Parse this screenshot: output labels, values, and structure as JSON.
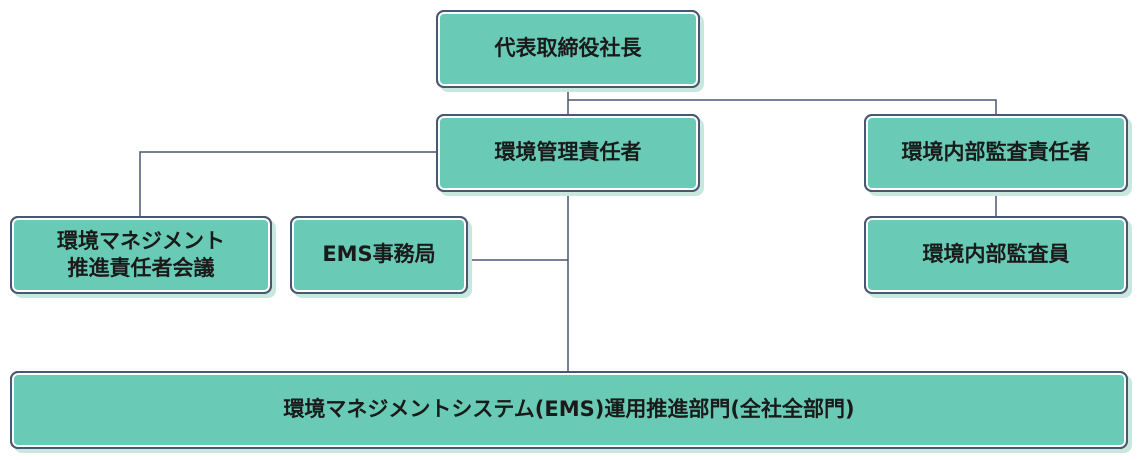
{
  "org_chart": {
    "ceo": "代表取締役社長",
    "env_manager": "環境管理責任者",
    "internal_audit_manager": "環境内部監査責任者",
    "ems_committee": "環境マネジメント\n推進責任者会議",
    "ems_office": "EMS事務局",
    "internal_auditor": "環境内部監査員",
    "ems_departments": "環境マネジメントシステム(EMS)運用推進部門(全社全部門)"
  },
  "colors": {
    "node_fill": "#69cbb6",
    "node_border": "#4a5770",
    "connector": "#4a5770"
  }
}
